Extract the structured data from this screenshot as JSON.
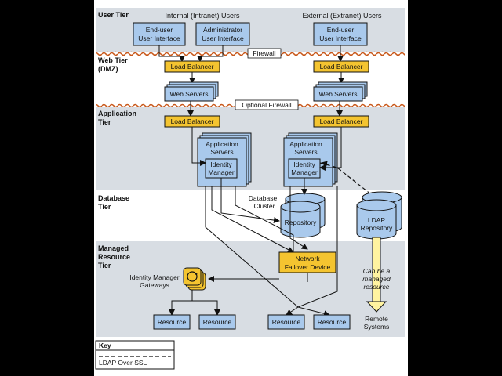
{
  "tiers": {
    "user": "User Tier",
    "web_line1": "Web Tier",
    "web_line2": "(DMZ)",
    "app_line1": "Application",
    "app_line2": "Tier",
    "db_line1": "Database",
    "db_line2": "Tier",
    "mr_line1": "Managed",
    "mr_line2": "Resource",
    "mr_line3": "Tier"
  },
  "users": {
    "internal_heading": "Internal (Intranet) Users",
    "external_heading": "External (Extranet) Users",
    "enduser_ui_line1": "End-user",
    "enduser_ui_line2": "User Interface",
    "admin_ui_line1": "Administrator",
    "admin_ui_line2": "User Interface",
    "ext_enduser_ui_line1": "End-user",
    "ext_enduser_ui_line2": "User Interface"
  },
  "firewall": "Firewall",
  "optional_firewall": "Optional Firewall",
  "load_balancer": "Load Balancer",
  "web_servers": "Web Servers",
  "app_servers_line1": "Application",
  "app_servers_line2": "Servers",
  "identity_manager_line1": "Identity",
  "identity_manager_line2": "Manager",
  "database": {
    "cluster_line1": "Database",
    "cluster_line2": "Cluster",
    "repository": "Repository",
    "ldap_line1": "LDAP",
    "ldap_line2": "Repository"
  },
  "network_failover_line1": "Network",
  "network_failover_line2": "Failover Device",
  "gateways_line1": "Identity Manager",
  "gateways_line2": "Gateways",
  "resource": "Resource",
  "managed_note": [
    "Can be a",
    "managed",
    "resource"
  ],
  "remote_line1": "Remote",
  "remote_line2": "Systems",
  "key": {
    "title": "Key",
    "ldap": "LDAP Over SSL"
  },
  "colors": {
    "background": "#000000",
    "panel": "#ffffff",
    "tier_band": "#d8dde3",
    "box_blue": "#a9c9ec",
    "box_yellow": "#f4c430",
    "firewall_line": "#c8581a",
    "arrow_yellow": "#fff3a0"
  }
}
